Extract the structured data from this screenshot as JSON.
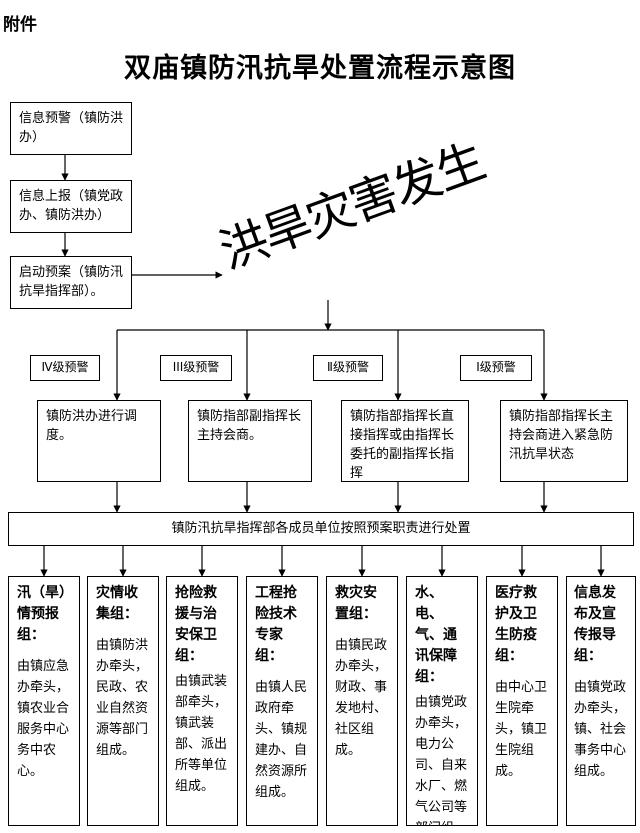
{
  "header": {
    "attachment": "附件",
    "title": "双庙镇防汛抗旱处置流程示意图"
  },
  "stamp": "洪旱灾害发生",
  "steps": [
    "信息预警（镇防洪办）",
    "信息上报（镇党政办、镇防洪办）",
    "启动预案（镇防汛抗旱指挥部）。"
  ],
  "levels": [
    {
      "label": "Ⅳ级预警",
      "action": "镇防洪办进行调度。"
    },
    {
      "label": "III级预警",
      "action": "镇防指部副指挥长主持会商。"
    },
    {
      "label": "Ⅱ级预警",
      "action": "镇防指部指挥长直接指挥或由指挥长委托的副指挥长指挥"
    },
    {
      "label": "Ⅰ级预警",
      "action": "镇防指部指挥长主持会商进入紧急防汛抗旱状态"
    }
  ],
  "main_bar": "镇防汛抗旱指挥部各成员单位按照预案职责进行处置",
  "groups": [
    {
      "title": "汛（旱）情预报组：",
      "body": "由镇应急办牵头，镇农业合服务中心务中农心。"
    },
    {
      "title": "灾情收集组：",
      "body": "由镇防洪办牵头，民政、农业自然资源等部门组成。"
    },
    {
      "title": "抢险救援与治安保卫组：",
      "body": "由镇武装部牵头，镇武装部、派出所等单位组成。"
    },
    {
      "title": "工程抢险技术专家组：",
      "body": "由镇人民政府牵头、镇规建办、自然资源所组成。"
    },
    {
      "title": "救灾安置组：",
      "body": "由镇民政办牵头，财政、事发地村、社区组成。"
    },
    {
      "title": "水、电、气、通讯保障组：",
      "body": "由镇党政办牵头，电力公司、自来水厂、燃气公司等部门组成。"
    },
    {
      "title": "医疗救护及卫生防疫组：",
      "body": "由中心卫生院牵头，镇卫生院组成。"
    },
    {
      "title": "信息发布及宣传报导组：",
      "body": "由镇党政办牵头，镇、社会事务中心组成。"
    }
  ]
}
